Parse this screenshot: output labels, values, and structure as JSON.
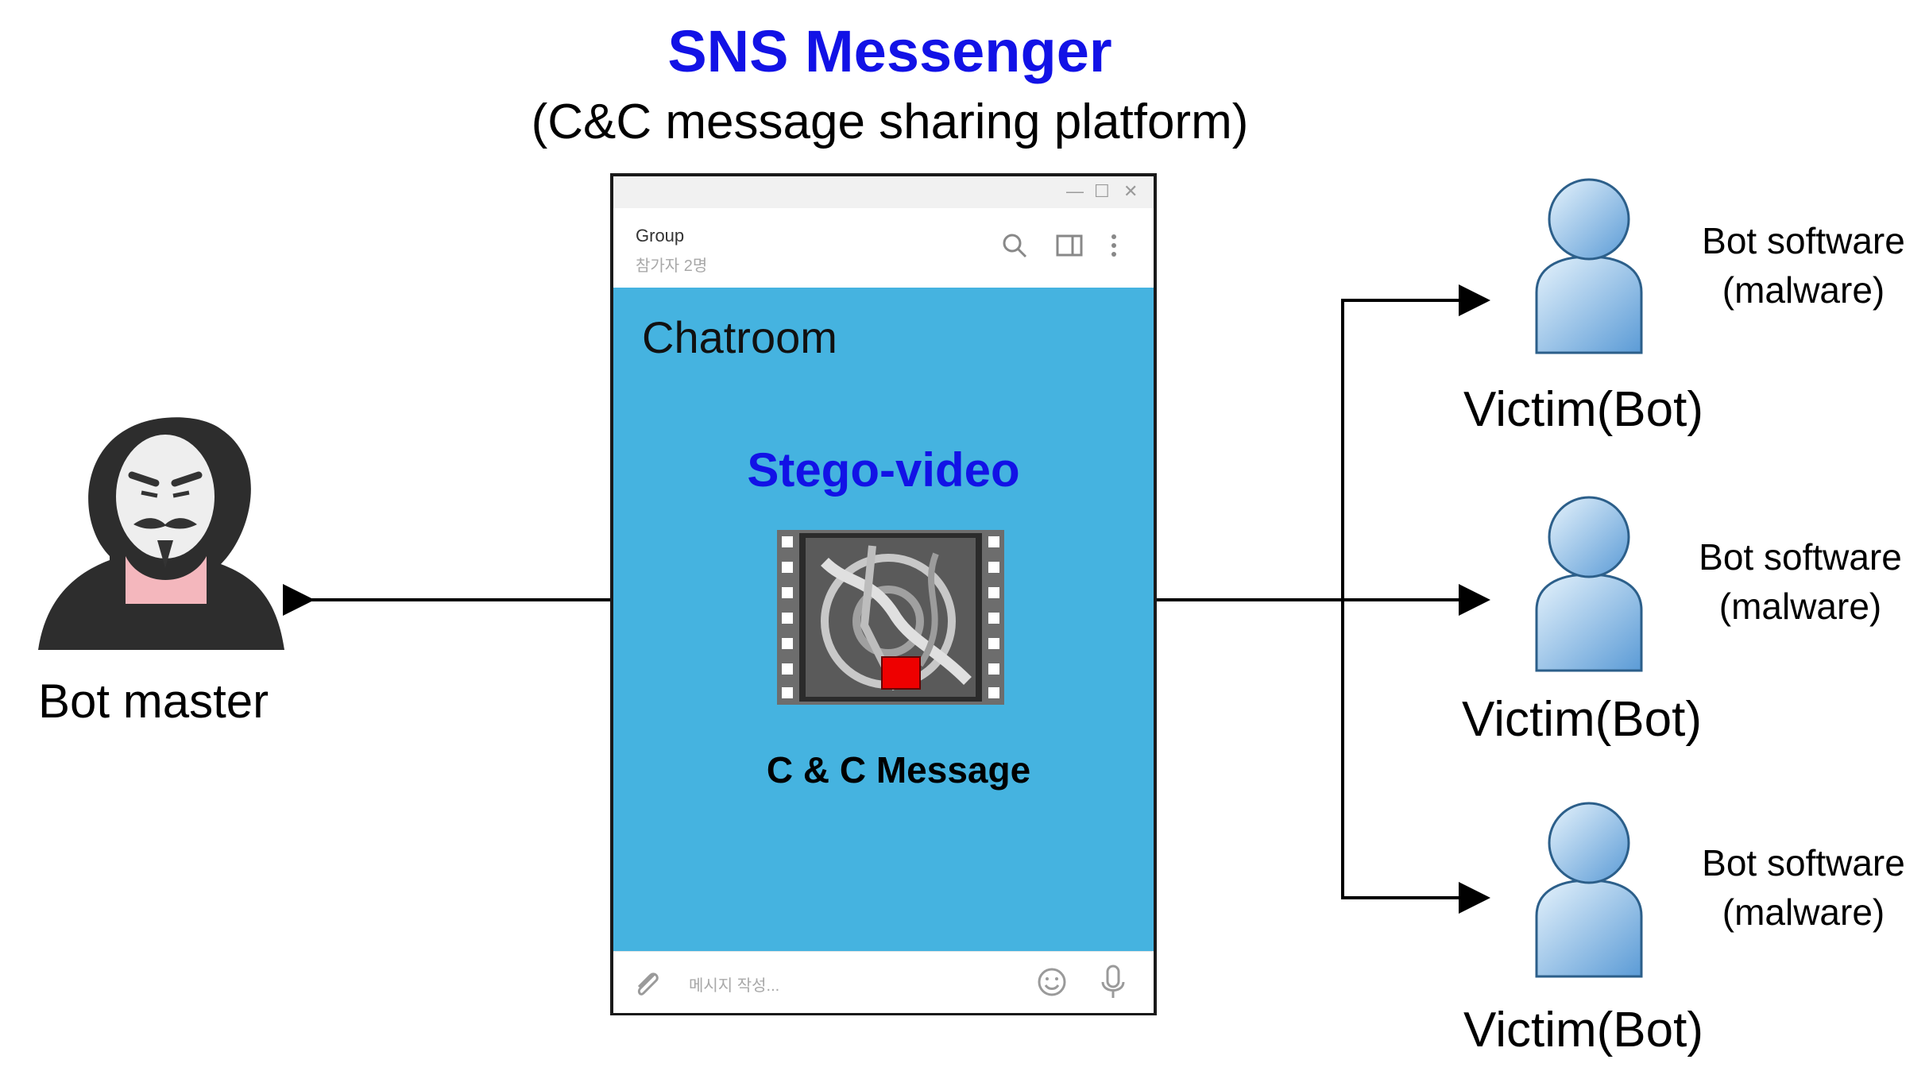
{
  "title": "SNS Messenger",
  "subtitle": "(C&C message sharing platform)",
  "messenger": {
    "group_name": "Group",
    "group_sub": "참가자 2명",
    "chatroom_label": "Chatroom",
    "video_label": "Stego-video",
    "message_label": "C & C Message",
    "input_placeholder": "메시지 작성...",
    "window_controls": [
      "—",
      "☐",
      "✕"
    ],
    "header_icons": [
      "search-icon",
      "sidebar-icon",
      "more-icon"
    ],
    "input_icons": [
      "paperclip-icon",
      "emoji-icon",
      "microphone-icon"
    ]
  },
  "bot_master": {
    "label": "Bot master"
  },
  "victims": [
    {
      "label": "Victim(Bot)",
      "software_line1": "Bot software",
      "software_line2": "(malware)"
    },
    {
      "label": "Victim(Bot)",
      "software_line1": "Bot software",
      "software_line2": "(malware)"
    },
    {
      "label": "Victim(Bot)",
      "software_line1": "Bot software",
      "software_line2": "(malware)"
    }
  ],
  "colors": {
    "title_blue": "#1212e6",
    "chat_background": "#45b3e0",
    "cc_marker_red": "#ee0000",
    "person_blue": "#7fb6e8"
  }
}
